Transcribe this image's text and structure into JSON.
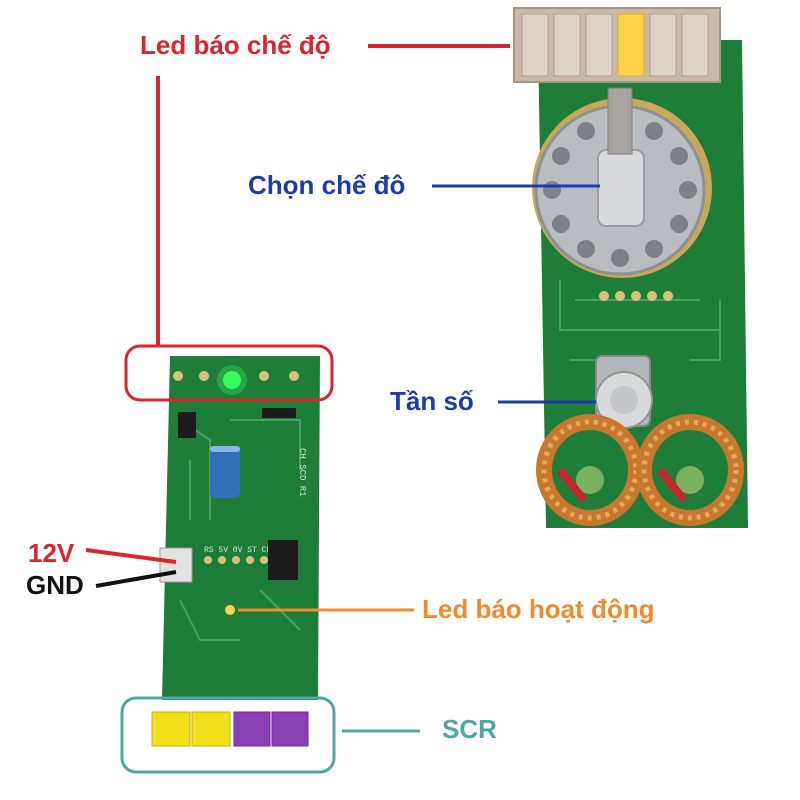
{
  "colors": {
    "red": "#d9262d",
    "blue": "#1f3ba8",
    "orange": "#f08a2c",
    "teal": "#4fa7a1",
    "black": "#111111",
    "pcb_green": "#1f7d3a",
    "pcb_dark": "#15632c",
    "yellow_conn": "#f0df1a",
    "purple_conn": "#8a3fb5",
    "led_green": "#33ff5c",
    "led_yellow": "#ffd24a",
    "capacitor_blue": "#2f6fb8",
    "copper": "#c5782e"
  },
  "labels": {
    "mode_led": "Led báo chế độ",
    "mode_select": "Chọn chế đô",
    "frequency": "Tần số",
    "v12": "12V",
    "gnd": "GND",
    "active_led": "Led báo hoạt động",
    "scr": "SCR"
  },
  "silkscreen": {
    "board_name": "CH SCD R1",
    "pin_labels": "RS 5V 0V ST CL"
  }
}
